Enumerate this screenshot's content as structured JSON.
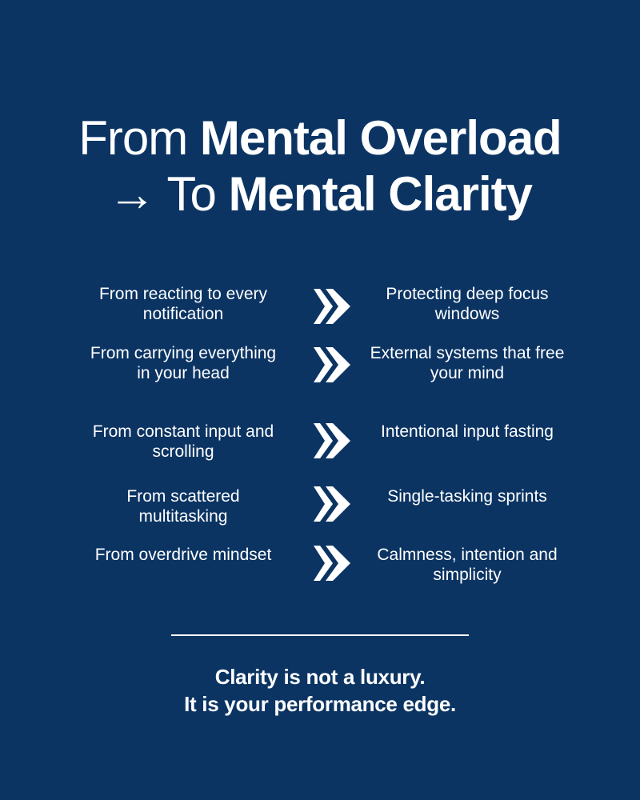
{
  "title": {
    "line1_light": "From",
    "line1_bold": "Mental Overload",
    "line2_light": "→ To",
    "line2_bold": "Mental Clarity"
  },
  "rows": [
    {
      "from": "From reacting to every notification",
      "to": "Protecting deep focus windows"
    },
    {
      "from": "From carrying everything in your head",
      "to": "External systems that free your mind"
    },
    {
      "from": "From constant input and scrolling",
      "to": "Intentional input fasting"
    },
    {
      "from": "From scattered multitasking",
      "to": "Single-tasking sprints"
    },
    {
      "from": "From overdrive mindset",
      "to": "Calmness, intention and simplicity"
    }
  ],
  "footer": {
    "line1": "Clarity is not a luxury.",
    "line2": "It is your performance edge."
  },
  "colors": {
    "background": "#0b3463",
    "text": "#ffffff"
  },
  "icons": {
    "row_arrow": "double-chevron-right-icon"
  }
}
